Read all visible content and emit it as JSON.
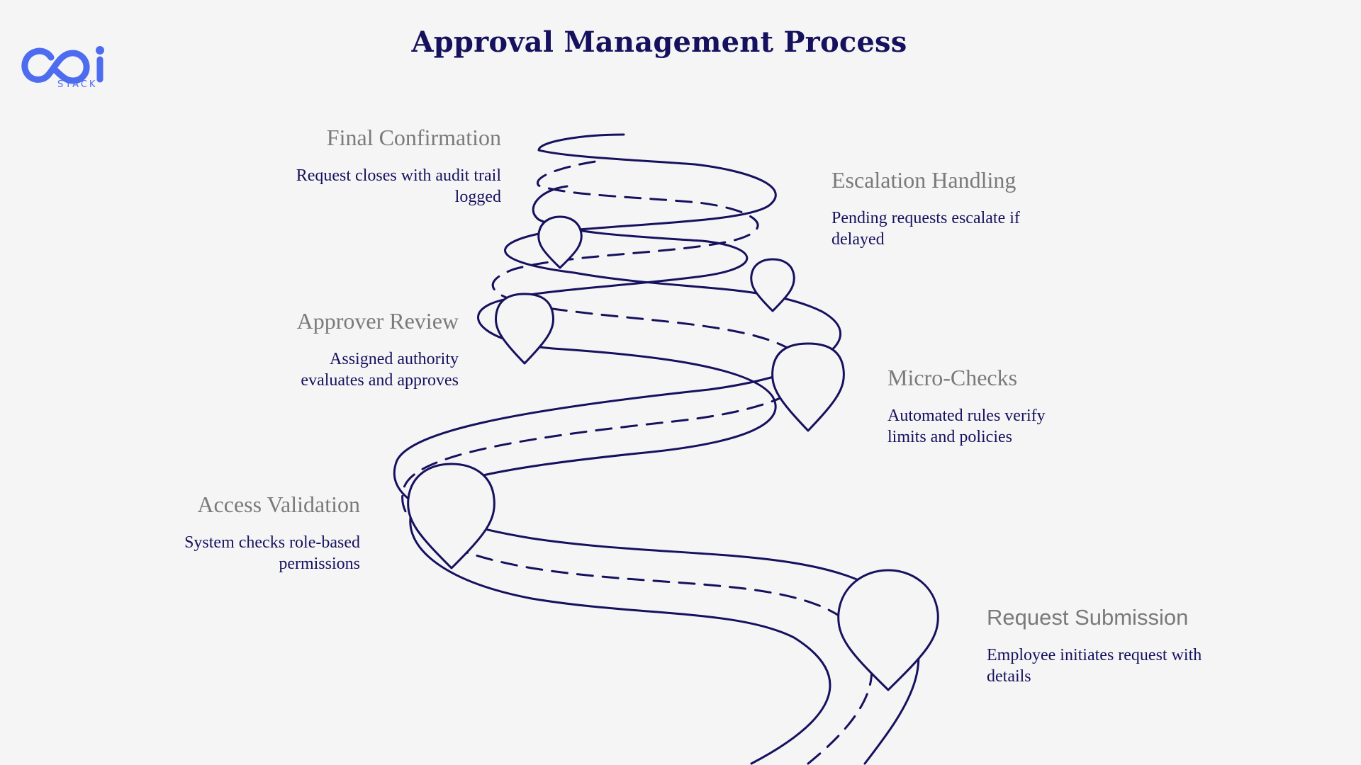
{
  "title": "Approval Management Process",
  "logo": {
    "sub_text": "STACK",
    "icon": "cai-logo-icon",
    "color": "#4d6cf0"
  },
  "colors": {
    "ink": "#16115e",
    "heading": "#7a7a7a",
    "background": "#f5f5f5"
  },
  "steps": [
    {
      "title": "Request Submission",
      "description": "Employee initiates request with details"
    },
    {
      "title": "Access Validation",
      "description": "System checks role-based permissions"
    },
    {
      "title": "Micro-Checks",
      "description": "Automated rules verify limits and policies"
    },
    {
      "title": "Approver Review",
      "description": "Assigned authority evaluates and approves"
    },
    {
      "title": "Escalation Handling",
      "description": "Pending requests escalate if delayed"
    },
    {
      "title": "Final Confirmation",
      "description": "Request closes with audit trail logged"
    }
  ]
}
